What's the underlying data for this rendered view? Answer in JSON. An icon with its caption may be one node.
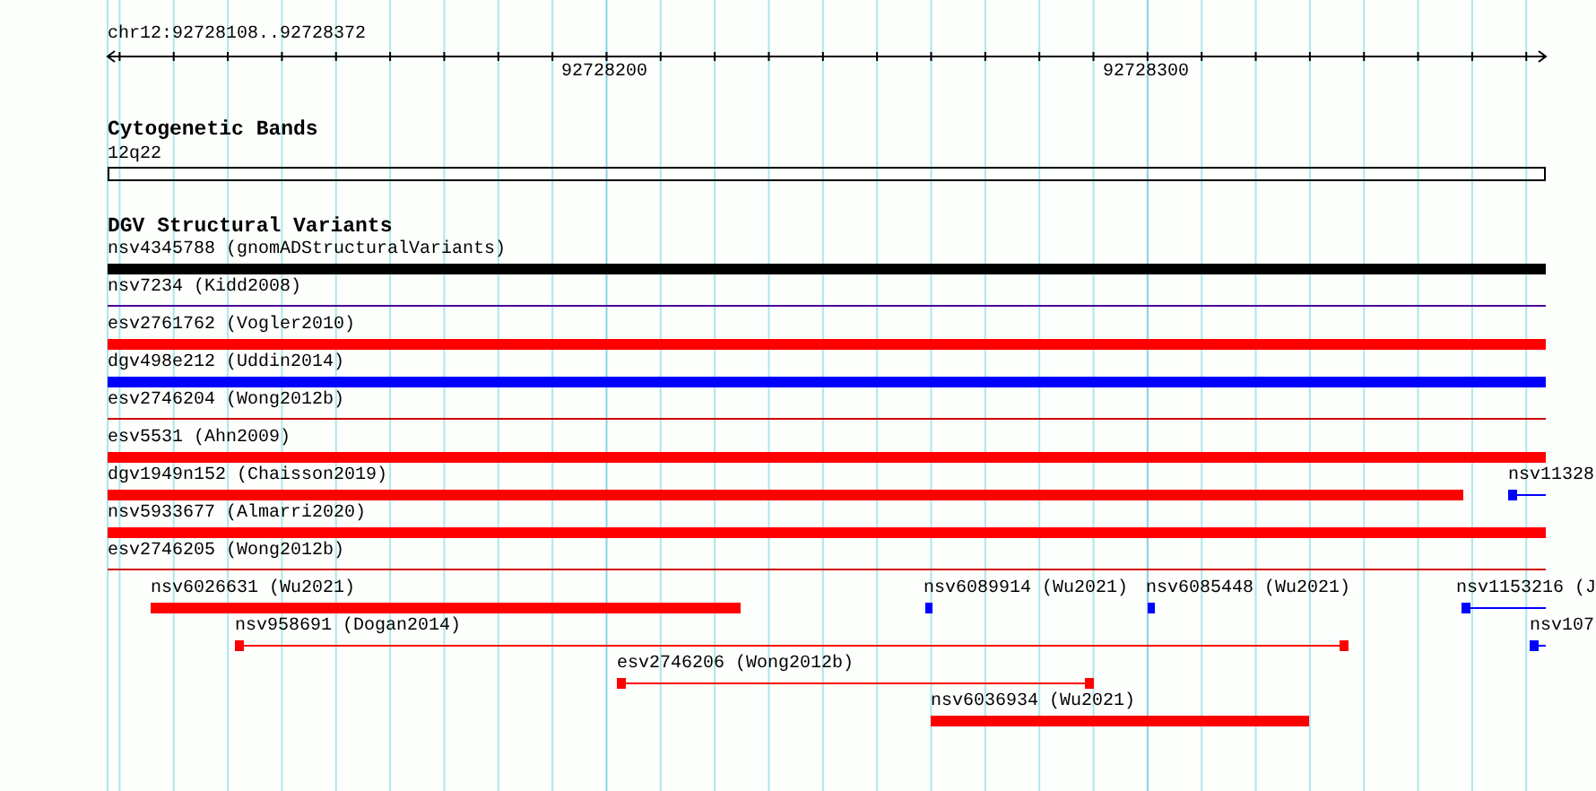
{
  "diagram": {
    "nodes": [
      {
        "text": [
          "12q22"
        ]
      },
      {
        "text": [
          "nsv4345788 (gnomADStructuralVariants)"
        ]
      },
      {
        "text": [
          "nsv7234 (Kidd2008)"
        ]
      },
      {
        "text": [
          "esv2761762 (Vogler2010)"
        ]
      },
      {
        "text": [
          "dgv498e212 (Uddin2014)"
        ]
      },
      {
        "text": [
          "esv2746204 (Wong2012b)"
        ]
      },
      {
        "text": [
          "esv5531 (Ahn2009)"
        ]
      },
      {
        "text": [
          "dgv1949n152 (Chaisson2019)"
        ]
      },
      {
        "text": [
          "nsv11328"
        ]
      },
      {
        "text": [
          "nsv5933677 (Almarri2020)"
        ]
      },
      {
        "text": [
          "esv2746205 (Wong2012b)"
        ]
      },
      {
        "text": [
          "nsv6026631 (Wu2021)"
        ]
      },
      {
        "text": [
          "nsv6089914 (Wu2021)"
        ]
      },
      {
        "text": [
          "nsv6085448 (Wu2021)"
        ]
      },
      {
        "text": [
          "nsv1153216 (J"
        ]
      },
      {
        "text": [
          "nsv958691 (Dogan2014)"
        ]
      },
      {
        "text": [
          "nsv107"
        ]
      },
      {
        "text": [
          "esv2746206 (Wong2012b)"
        ]
      },
      {
        "text": [
          "nsv6036934 (Wu2021)"
        ]
      }
    ],
    "labels": [
      "chr12:92728108..92728372",
      "92728200",
      "92728300",
      "Cytogenetic Bands",
      "DGV Structural Variants"
    ]
  }
}
